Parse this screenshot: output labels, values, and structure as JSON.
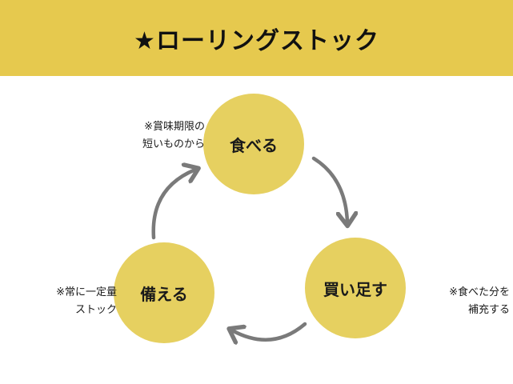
{
  "header": {
    "title": "★ローリングストック"
  },
  "cycle": {
    "eat": {
      "label": "食べる"
    },
    "buy": {
      "label": "買い足す"
    },
    "prepare": {
      "label": "備える"
    }
  },
  "notes": {
    "eat": {
      "line1": "※賞味期限の",
      "line2": "短いものから"
    },
    "buy": {
      "line1": "※食べた分を",
      "line2": "補充する"
    },
    "prepare": {
      "line1": "※常に一定量",
      "line2": "ストック"
    }
  },
  "colors": {
    "header_bg": "#e6c94e",
    "circle_fill": "#e6d060",
    "arrow": "#7a7a7a"
  }
}
